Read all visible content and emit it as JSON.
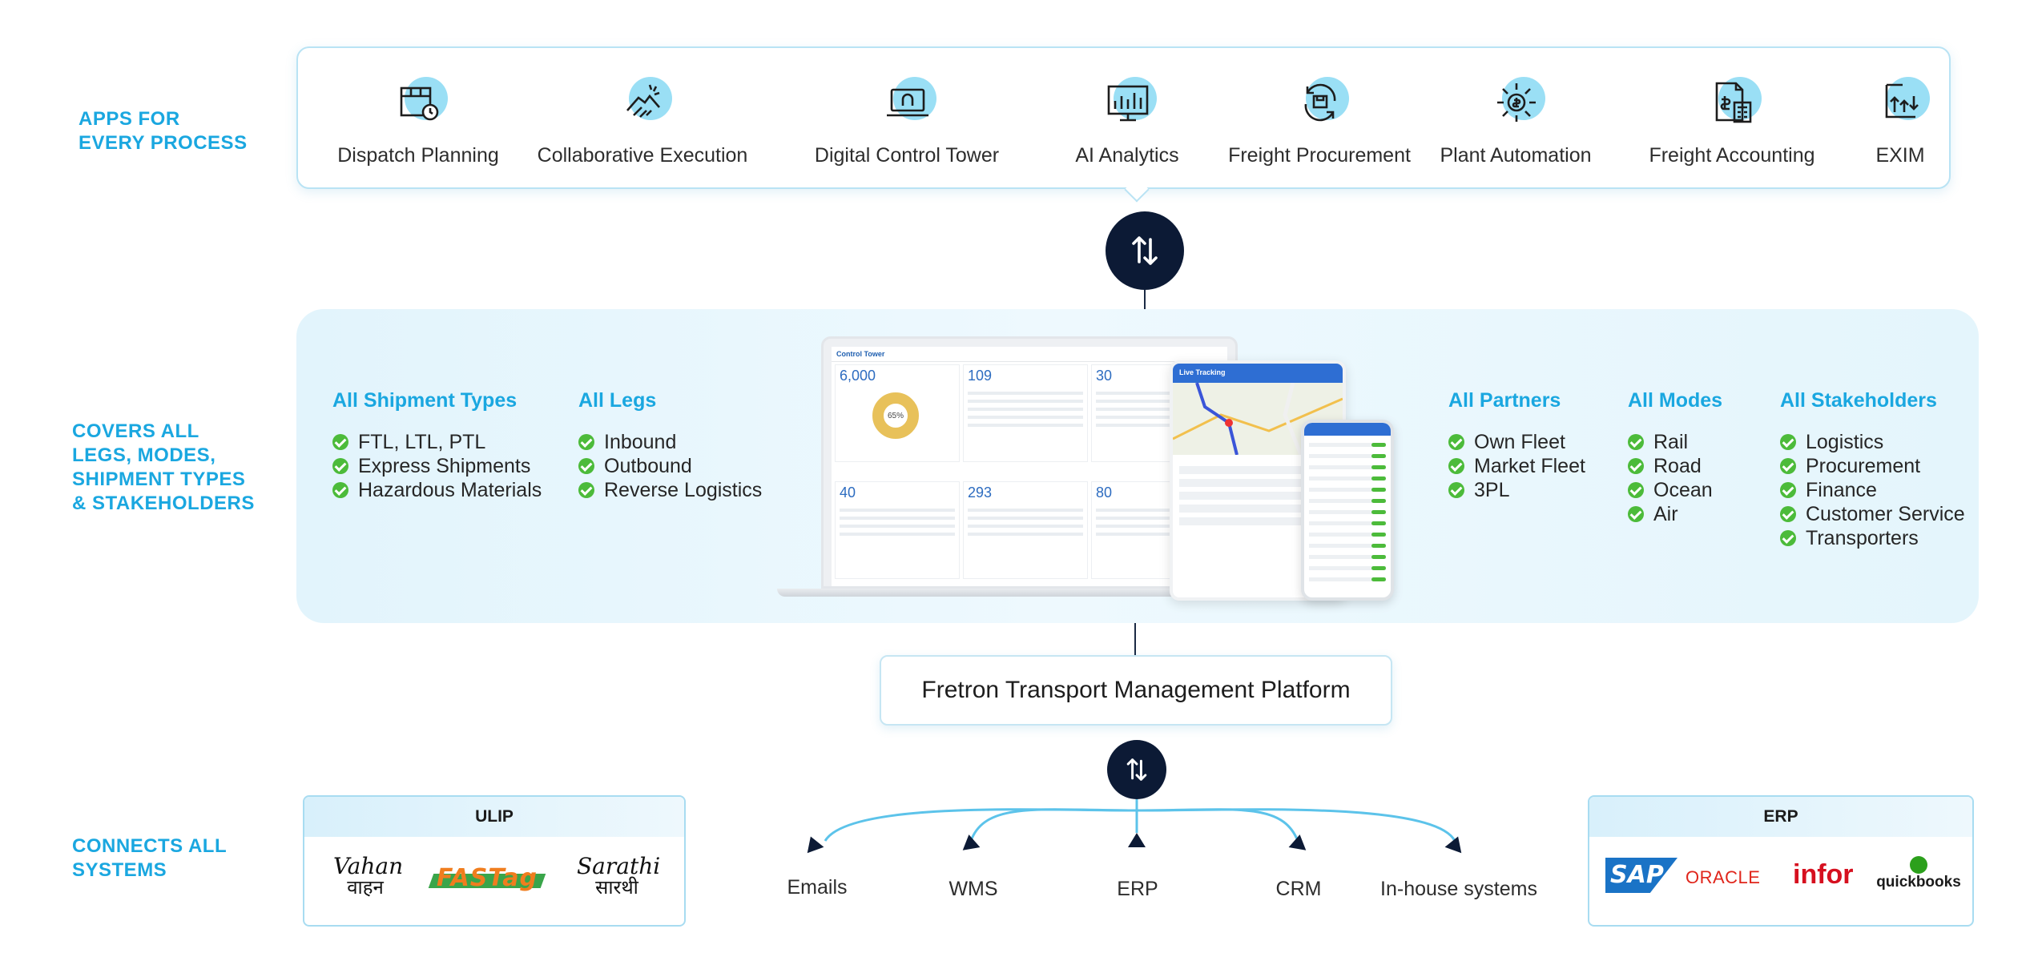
{
  "sections": {
    "apps": "APPS FOR\nEVERY  PROCESS",
    "covers": "COVERS ALL\nLEGS, MODES,\nSHIPMENT TYPES\n& STAKEHOLDERS",
    "connects": "CONNECTS ALL\nSYSTEMS"
  },
  "apps": [
    {
      "label": "Dispatch Planning",
      "icon": "dispatch-icon"
    },
    {
      "label": "Collaborative  Execution",
      "icon": "handshake-icon"
    },
    {
      "label": "Digital Control Tower",
      "icon": "laptop-icon"
    },
    {
      "label": "AI Analytics",
      "icon": "analytics-icon"
    },
    {
      "label": "Freight Procurement",
      "icon": "procurement-icon"
    },
    {
      "label": "Plant Automation",
      "icon": "gear-icon"
    },
    {
      "label": "Freight Accounting",
      "icon": "accounting-icon"
    },
    {
      "label": "EXIM",
      "icon": "exim-icon"
    }
  ],
  "coverage": [
    {
      "title": "All Shipment Types",
      "items": [
        "FTL, LTL, PTL",
        "Express Shipments",
        "Hazardous Materials"
      ]
    },
    {
      "title": "All Legs",
      "items": [
        "Inbound",
        "Outbound",
        "Reverse Logistics"
      ]
    },
    {
      "title": "All Partners",
      "items": [
        "Own Fleet",
        "Market Fleet",
        "3PL"
      ]
    },
    {
      "title": "All Modes",
      "items": [
        "Rail",
        "Road",
        "Ocean",
        "Air"
      ]
    },
    {
      "title": "All Stakeholders",
      "items": [
        "Logistics",
        "Procurement",
        "Finance",
        "Customer Service",
        "Transporters"
      ]
    }
  ],
  "devices": {
    "laptop_title": "Control Tower",
    "tiles": [
      "6,000",
      "109",
      "30",
      "40",
      "293",
      "80"
    ],
    "donut": "65%",
    "tablet_title": "Live Tracking"
  },
  "platform": "Fretron Transport Management Platform",
  "ulip": {
    "title": "ULIP",
    "logos": [
      "Vahan",
      "वाहन",
      "FASTag",
      "Sarathi",
      "सारथी"
    ]
  },
  "erp": {
    "title": "ERP",
    "logos": [
      "SAP",
      "ORACLE",
      "infor",
      "quickbooks"
    ]
  },
  "systems": [
    "Emails",
    "WMS",
    "ERP",
    "CRM",
    "In-house systems"
  ],
  "colors": {
    "accent": "#1aa7e0",
    "dark": "#0c1a35",
    "check": "#4cbb3a"
  }
}
